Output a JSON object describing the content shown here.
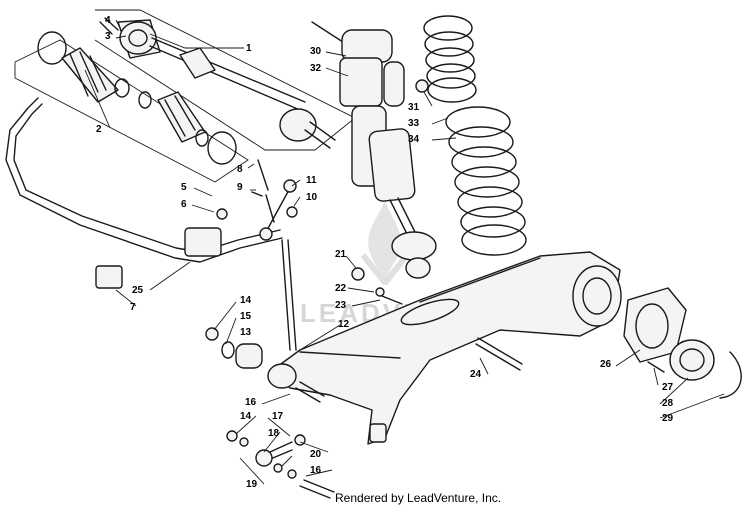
{
  "diagram": {
    "watermark": "LEADVENTURE",
    "credit": "Rendered by LeadVenture, Inc.",
    "callouts": {
      "c1": "1",
      "c2": "2",
      "c3": "3",
      "c4": "4",
      "c5": "5",
      "c6": "6",
      "c7": "7",
      "c8": "8",
      "c9": "9",
      "c10": "10",
      "c11": "11",
      "c12": "12",
      "c13": "13",
      "c14a": "14",
      "c14b": "14",
      "c15": "15",
      "c16a": "16",
      "c16b": "16",
      "c17": "17",
      "c18": "18",
      "c19": "19",
      "c20": "20",
      "c21": "21",
      "c22": "22",
      "c23": "23",
      "c24": "24",
      "c25": "25",
      "c26": "26",
      "c27": "27",
      "c28": "28",
      "c29": "29",
      "c30": "30",
      "c31": "31",
      "c32": "32",
      "c33": "33",
      "c34": "34"
    }
  }
}
